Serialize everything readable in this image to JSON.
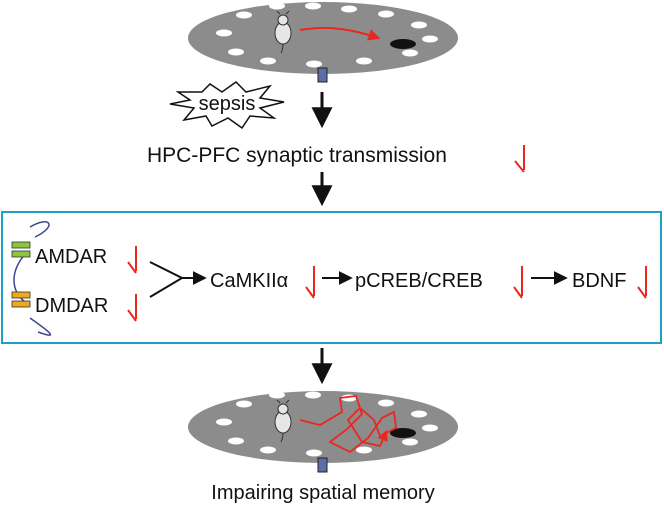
{
  "colors": {
    "arrow": "#111111",
    "down_arrow": "#e8281f",
    "box_border": "#1aa3c6",
    "maze": "#8c8c8c",
    "hole": "#ffffff",
    "target_hole": "#111111",
    "path": "#e8281f",
    "ampar_receptor": "#8cc63f",
    "nmdar_receptor": "#f0a81c",
    "membrane": "#3b4a8a"
  },
  "top_maze": {
    "icons": [
      "mouse-icon",
      "target-hole-icon",
      "straight-path"
    ]
  },
  "trigger": {
    "label": "sepsis"
  },
  "transmission": {
    "label": "HPC-PFC synaptic transmission"
  },
  "pathway": {
    "receptor_1": {
      "label": "AMDAR"
    },
    "receptor_2": {
      "label": "DMDAR"
    },
    "node_1": {
      "label": "CaMKIIα"
    },
    "node_2": {
      "label": "pCREB/CREB"
    },
    "node_3": {
      "label": "BDNF"
    }
  },
  "bottom_maze": {
    "icons": [
      "mouse-icon",
      "target-hole-icon",
      "tangled-path"
    ]
  },
  "outcome": {
    "label": "Impairing spatial memory"
  }
}
